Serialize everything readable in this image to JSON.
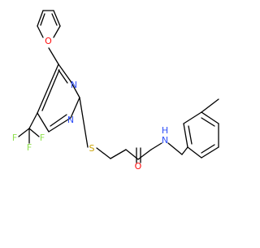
{
  "molecule": {
    "atom_labels": {
      "furan_oxygen": "O",
      "pyrimidine_n_top": "N",
      "pyrimidine_n_bottom": "N",
      "thioether_sulfur": "S",
      "fluorine_left": "F",
      "fluorine_right": "F",
      "fluorine_bottom": "F",
      "carbonyl_oxygen": "O",
      "amide_nh": "N",
      "amide_h": "H"
    },
    "colors": {
      "oxygen": "#ff0d0d",
      "nitrogen": "#3050f8",
      "sulfur": "#c8a000",
      "fluorine": "#90e050",
      "carbon_bond": "#000000"
    }
  }
}
